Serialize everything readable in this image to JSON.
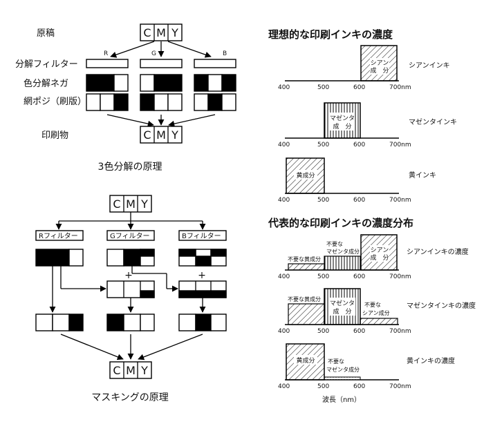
{
  "left_top": {
    "cmy": [
      "C",
      "M",
      "Y"
    ],
    "original_label": "原稿",
    "channels": [
      "R",
      "G",
      "B"
    ],
    "filter_label": "分解フィルター",
    "negative_label": "色分解ネガ",
    "positive_label": "網ポジ（刷版）",
    "print_label": "印刷物",
    "caption": "3色分解の原理"
  },
  "left_bottom": {
    "cmy": [
      "C",
      "M",
      "Y"
    ],
    "filters": [
      "Rフィルター",
      "Gフィルター",
      "Bフィルター"
    ],
    "plus": "+",
    "caption": "マスキングの原理"
  },
  "right_top": {
    "title": "理想的な印刷インキの濃度",
    "ticks": [
      "400",
      "500",
      "600",
      "700nm"
    ],
    "charts": [
      {
        "label": "シアンインキ",
        "box_text": [
          "シアン",
          "成　分"
        ]
      },
      {
        "label": "マゼンタインキ",
        "box_text": [
          "マゼンタ",
          "成　分"
        ]
      },
      {
        "label": "黄インキ",
        "box_text": [
          "黄成分"
        ]
      }
    ]
  },
  "right_bottom": {
    "title": "代表的な印刷インキの濃度分布",
    "ticks": [
      "400",
      "500",
      "600",
      "700nm"
    ],
    "axis_label": "波長（nm）",
    "charts": [
      {
        "label": "シアンインキの濃度",
        "main": [
          "シアン",
          "成　分"
        ],
        "side1": [
          "不要な黄成分"
        ],
        "side2": [
          "不要な",
          "マゼンタ成分"
        ]
      },
      {
        "label": "マゼンタインキの濃度",
        "main": [
          "マゼンタ",
          "成　分"
        ],
        "side1": [
          "不要な黄成分"
        ],
        "side2": [
          "不要な",
          "シアン成分"
        ]
      },
      {
        "label": "黄インキの濃度",
        "main": [
          "黄成分"
        ],
        "side2": [
          "不要な",
          "マゼンタ成分"
        ]
      }
    ]
  }
}
